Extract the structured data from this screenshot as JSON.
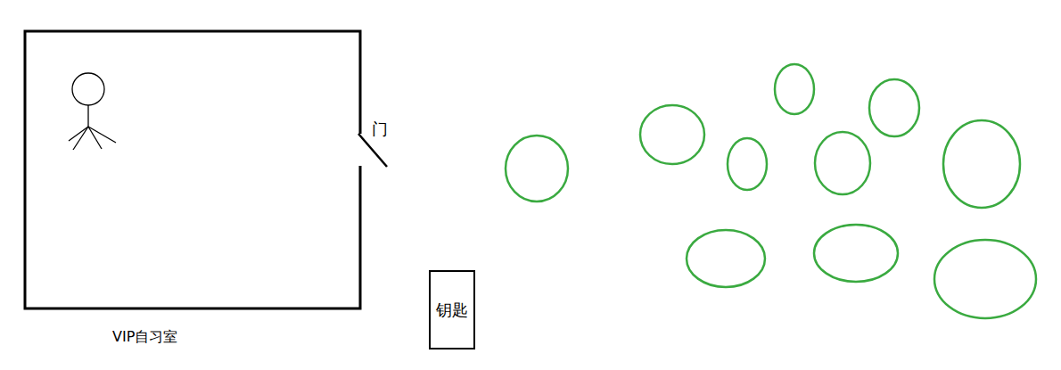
{
  "diagram": {
    "nodes": [
      {
        "text": [
          "VIP自习室"
        ]
      },
      {
        "text": [
          "钥匙"
        ]
      }
    ],
    "labels": [
      "门"
    ]
  }
}
